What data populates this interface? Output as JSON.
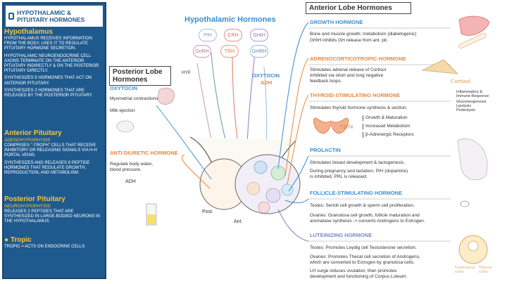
{
  "sidebar": {
    "title": "Hypothalamic & Pituitary Hormones",
    "hypothalamus": {
      "heading": "Hypothalamus",
      "p1": "Hypothalamus receives information from the body, uses it to regulate pituitary hormone secretion.",
      "p2": "Hypothalamic neuroendocrine cell axons terminate on the anterior pituitary indirectly & on the posterior pituitary directly.",
      "p3": "Synthesizes 5 hormones that act on anterior pituitary.",
      "p4": "Synthesizes 2 hormones that are released by the posterior pituitary."
    },
    "anterior": {
      "heading": "Anterior Pituitary",
      "sub": "Adenohypophysis",
      "p1": "Comprises \"-troph\" cells that receive inhibitory or releasing signals via H-H portal veins.",
      "p2": "Synthesizes and releases 6 peptide hormones that regulate growth, reproduction, and metabolism."
    },
    "posterior": {
      "heading": "Posterior Pituitary",
      "sub": "Neurohypophysis",
      "p1": "Releases 2 peptides that are synthesized in large-bodied neurons in the hypothalamus."
    },
    "tropic": {
      "heading": "Tropic",
      "p1": "Tropic = acts on endocrine cells"
    }
  },
  "hypothalamic": {
    "title": "Hypothalamic Hormones",
    "pills": [
      "PIH",
      "CRH",
      "GHIH",
      "GnRH",
      "TRH",
      "GHRH"
    ],
    "hyp_label": "HYP.",
    "oxytocin_adh": [
      "OXYTOCIN",
      "ADH"
    ]
  },
  "posterior_lobe": {
    "title": "Posterior Lobe Hormones",
    "oxytocin": {
      "name": "Oxytocin",
      "lines": [
        "Myometrial contractions",
        "Milk ejection"
      ]
    },
    "adh": {
      "name": "Anti-Diuretic Hormone",
      "lines": [
        "Regulate body water,",
        "blood pressure."
      ],
      "tag": "ADH"
    }
  },
  "labels": {
    "post": "Post.",
    "ant": "Ant."
  },
  "anterior_lobe": {
    "title": "Anterior Lobe Hormones",
    "gh": {
      "name": "Growth Hormone",
      "lines": [
        "Bone and muscle growth; metabolism (diabetogenic)",
        "GHIH inhibits GH release from ant. pit."
      ]
    },
    "acth": {
      "name": "Adrenocorticotropic Hormone",
      "lines": [
        "Stimulates adrenal release of Cortisol",
        "Inhibited via short and long negative",
        "feedback loops."
      ],
      "cortisol": "Cortisol",
      "effects": [
        "Inflammatory &",
        "Immune Response",
        "Gluconeogenesis",
        "Lipolysis",
        "Proteolysis"
      ]
    },
    "tsh": {
      "name": "Thyroid-Stimulating Hormone",
      "lines": [
        "Stimulates thyroid hormone synthesis & section."
      ],
      "t3t4": "T3/T4",
      "effects": [
        "Growth & Maturation",
        "Increased Metabolism",
        "β-Adrenergic Receptors"
      ]
    },
    "prl": {
      "name": "Prolactin",
      "lines": [
        "Stimulates breast development & lactogenesis.",
        "During pregnancy and lactation, PIH (dopamine)",
        "is inhibited, PRL is released."
      ]
    },
    "fsh": {
      "name": "Follicle-Stimulating Hormone",
      "lines": [
        "Testes: Sertoli cell growth & sperm cell proliferation.",
        "Ovaries: Granulosa cell growth, follicle maturation and",
        "aromatase synthesis -> converts Androgens to Estrogen."
      ]
    },
    "lh": {
      "name": "Luteinizing Hormone",
      "lines": [
        "Testes: Promotes Leydig cell Testosterone secretion.",
        "Ovaries: Promotes Thecal cell secretion of Androgens,",
        "which are converted to Estrogen by granulosa cells.",
        "LH surge induces ovulation, then promotes",
        "development and functioning of Corpus Luteum."
      ],
      "granulosa": "Granulosa cells",
      "thecal": "Thecal cells"
    }
  }
}
